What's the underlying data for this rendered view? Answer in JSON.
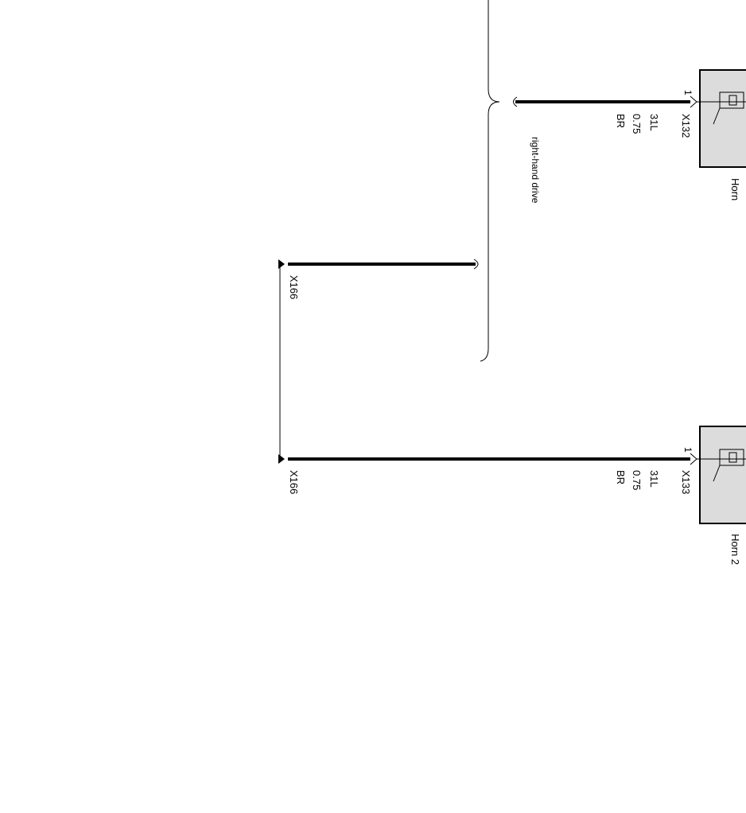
{
  "components": [
    {
      "name": "Horn",
      "connector": "X132",
      "pin": "1",
      "circuit": "31L",
      "gauge": "0.75",
      "color": "BR"
    },
    {
      "name": "Horn 2",
      "connector": "X133",
      "pin": "1",
      "circuit": "31L",
      "gauge": "0.75",
      "color": "BR"
    }
  ],
  "variant_label": "right-hand drive",
  "ground_points": [
    {
      "label": "X166"
    },
    {
      "label": "X166"
    }
  ]
}
